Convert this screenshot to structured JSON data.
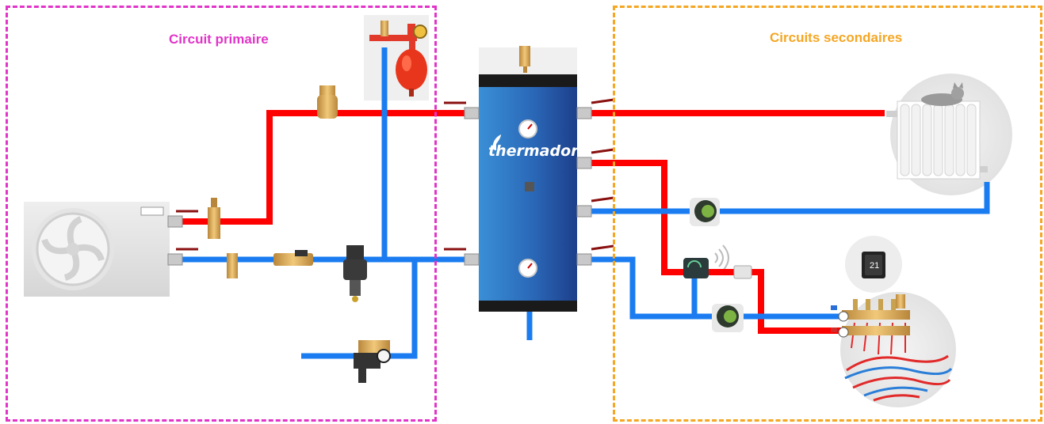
{
  "zones": {
    "primary": {
      "title": "Circuit primaire",
      "color": "#e234c8"
    },
    "secondary": {
      "title": "Circuits secondaires",
      "color": "#f5a623"
    }
  },
  "tank": {
    "brand": "thermador",
    "color_top": "#3a8fd6",
    "color_bottom": "#1d3f8a"
  },
  "thermostat": {
    "display": "21"
  },
  "pipes": {
    "hot_color": "#ff0000",
    "cold_color": "#1a7cf0"
  },
  "icons": [
    "heat-pump-icon",
    "expansion-vessel-icon",
    "air-vent-icon",
    "valve-icon",
    "circulator-pump-icon",
    "radiator-icon",
    "cat-icon",
    "mixing-valve-icon",
    "magnetic-filter-icon",
    "filling-valve-icon",
    "thermostat-icon",
    "manifold-icon",
    "underfloor-heating-icon",
    "thermometer-icon",
    "wifi-icon"
  ]
}
